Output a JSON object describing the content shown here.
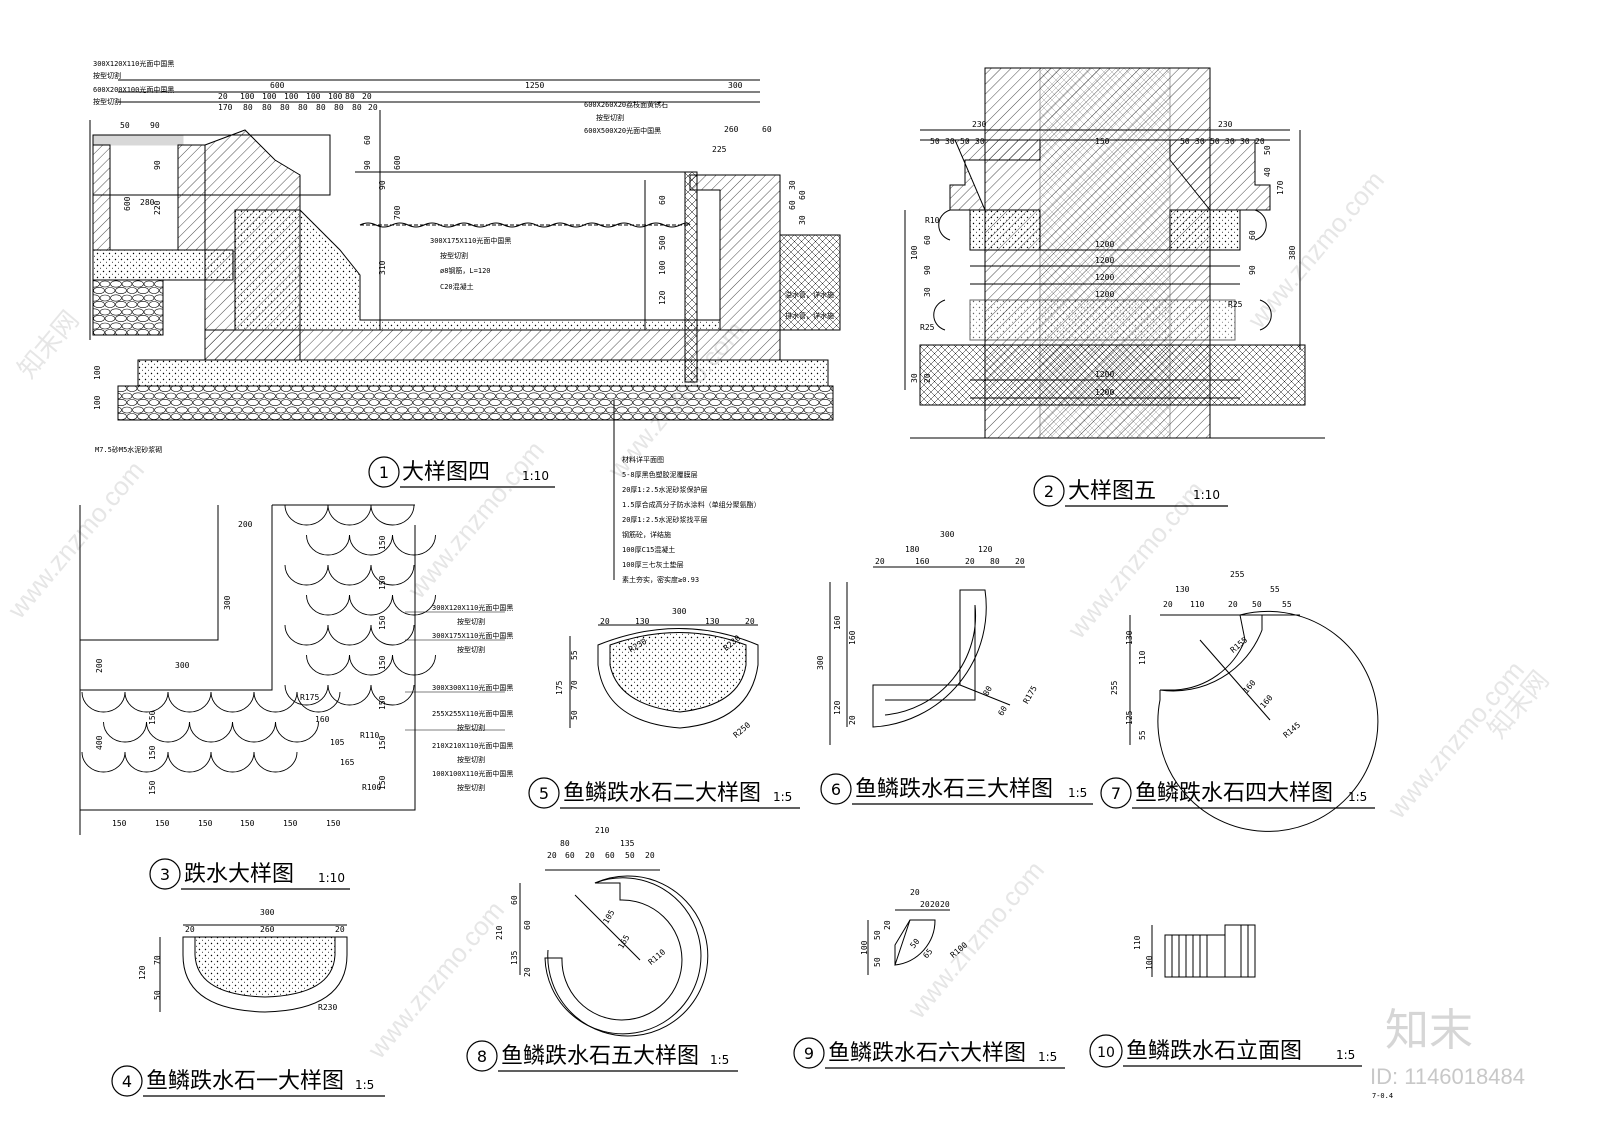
{
  "titles": {
    "d1": {
      "num": "1",
      "name": "大样图四",
      "scale": "1:10"
    },
    "d2": {
      "num": "2",
      "name": "大样图五",
      "scale": "1:10"
    },
    "d3": {
      "num": "3",
      "name": "跌水大样图",
      "scale": "1:10"
    },
    "d4": {
      "num": "4",
      "name": "鱼鳞跌水石一大样图",
      "scale": "1:5"
    },
    "d5": {
      "num": "5",
      "name": "鱼鳞跌水石二大样图",
      "scale": "1:5"
    },
    "d6": {
      "num": "6",
      "name": "鱼鳞跌水石三大样图",
      "scale": "1:5"
    },
    "d7": {
      "num": "7",
      "name": "鱼鳞跌水石四大样图",
      "scale": "1:5"
    },
    "d8": {
      "num": "8",
      "name": "鱼鳞跌水石五大样图",
      "scale": "1:5"
    },
    "d9": {
      "num": "9",
      "name": "鱼鳞跌水石六大样图",
      "scale": "1:5"
    },
    "d10": {
      "num": "10",
      "name": "鱼鳞跌水石立面图",
      "scale": "1:5"
    }
  },
  "notes1": {
    "top_left": [
      "300X120X110光面中国黑",
      "按型切割",
      "600X200X100光面中国黑",
      "按型切割"
    ],
    "top_right": [
      "600X260X20荔枝面黄锈石",
      "按型切割",
      "600X500X20光面中国黑"
    ],
    "inner": [
      "300X175X110光面中国黑",
      "按型切割",
      "ø8钢筋，L=120",
      "C20混凝土"
    ],
    "right": [
      "溢水管，详水施",
      "排水管，详水施"
    ],
    "bottom_left": "M7.5砂M5水泥砂浆砌",
    "layers": [
      "材料详平面图",
      "5-8厚黑色塑胶泥覆膜层",
      "20厚1:2.5水泥砂浆保护层",
      "1.5厚合成高分子防水涂料（单组分聚氨酯）",
      "20厚1:2.5水泥砂浆找平层",
      "钢筋砼，详结施",
      "100厚C15混凝土",
      "100厚三七灰土垫层",
      "素土夯实，密实度≥0.93"
    ]
  },
  "notes3": [
    "300X120X110光面中国黑",
    "按型切割",
    "300X175X110光面中国黑",
    "按型切割",
    "300X300X110光面中国黑",
    "255X255X110光面中国黑",
    "按型切割",
    "210X210X110光面中国黑",
    "按型切割",
    "100X100X110光面中国黑",
    "按型切割"
  ],
  "dims1": {
    "top": [
      "600",
      "1250",
      "300"
    ],
    "row2": [
      "20",
      "100",
      "100",
      "100",
      "100",
      "100",
      "80",
      "20"
    ],
    "row3": [
      "170",
      "80",
      "80",
      "80",
      "80",
      "80",
      "80",
      "80",
      "20"
    ],
    "right_top": [
      "260",
      "225",
      "60"
    ],
    "left_v": [
      "50",
      "90",
      "600",
      "280",
      "90",
      "220"
    ],
    "mid_v": [
      "60",
      "90",
      "90",
      "310",
      "600",
      "700",
      "500",
      "100",
      "60",
      "120"
    ],
    "right_v": [
      "30",
      "60",
      "60",
      "30"
    ],
    "bot": [
      "100",
      "100"
    ]
  },
  "dims2": {
    "top": [
      "230",
      "230"
    ],
    "sub": [
      "50",
      "30",
      "50",
      "30",
      "50",
      "30",
      "50",
      "30",
      "30",
      "20"
    ],
    "inner": [
      "150",
      "1200",
      "1200",
      "1200",
      "1200",
      "1200",
      "1200"
    ],
    "right_v": [
      "50",
      "40",
      "170",
      "380",
      "60",
      "90"
    ],
    "left_v": [
      "60",
      "90",
      "30",
      "100",
      "20",
      "30"
    ],
    "radii": [
      "R10",
      "R25",
      "R25"
    ]
  },
  "dims3": {
    "top": [
      "200",
      "300"
    ],
    "right": [
      "150",
      "150",
      "150",
      "150",
      "150",
      "150",
      "150"
    ],
    "left": [
      "200",
      "300",
      "400",
      "150",
      "150",
      "150"
    ],
    "bottom": [
      "150",
      "150",
      "150",
      "150",
      "150",
      "150"
    ],
    "radii": [
      "R175",
      "R110",
      "R100",
      "160",
      "105",
      "165"
    ]
  },
  "dims4": {
    "top": [
      "300",
      "20",
      "260",
      "20"
    ],
    "left": [
      "120",
      "70",
      "50"
    ],
    "radius": "R230"
  },
  "dims5": {
    "top": [
      "300",
      "20",
      "130",
      "130",
      "20"
    ],
    "left": [
      "175",
      "55",
      "70",
      "50"
    ],
    "radii": [
      "R230",
      "R230",
      "R250"
    ]
  },
  "dims6": {
    "top": [
      "300",
      "180",
      "120",
      "20",
      "160",
      "20",
      "80",
      "20"
    ],
    "left": [
      "300",
      "160",
      "160",
      "120",
      "20"
    ],
    "radii": [
      "R175",
      "80",
      "60"
    ]
  },
  "dims7": {
    "top": [
      "255",
      "130",
      "55",
      "20",
      "110",
      "20",
      "50",
      "55"
    ],
    "left": [
      "255",
      "130",
      "110",
      "125",
      "55"
    ],
    "radii": [
      "R155",
      "R145",
      "160",
      "160"
    ]
  },
  "dims8": {
    "top": [
      "210",
      "80",
      "135",
      "20",
      "60",
      "20",
      "60",
      "50",
      "20"
    ],
    "left": [
      "210",
      "60",
      "60",
      "135",
      "20"
    ],
    "radii": [
      "R110",
      "105",
      "165"
    ]
  },
  "dims9": {
    "top": [
      "20",
      "20",
      "20",
      "20"
    ],
    "left": [
      "100",
      "50",
      "50",
      "20"
    ],
    "radii": [
      "R100",
      "50",
      "65"
    ]
  },
  "dims10": {
    "left": [
      "110",
      "100"
    ]
  },
  "watermark": {
    "text": "www.znzmo.com",
    "brand": "知末网",
    "logo": "知末",
    "id": "ID: 1146018484",
    "footer": "7-0.4"
  }
}
